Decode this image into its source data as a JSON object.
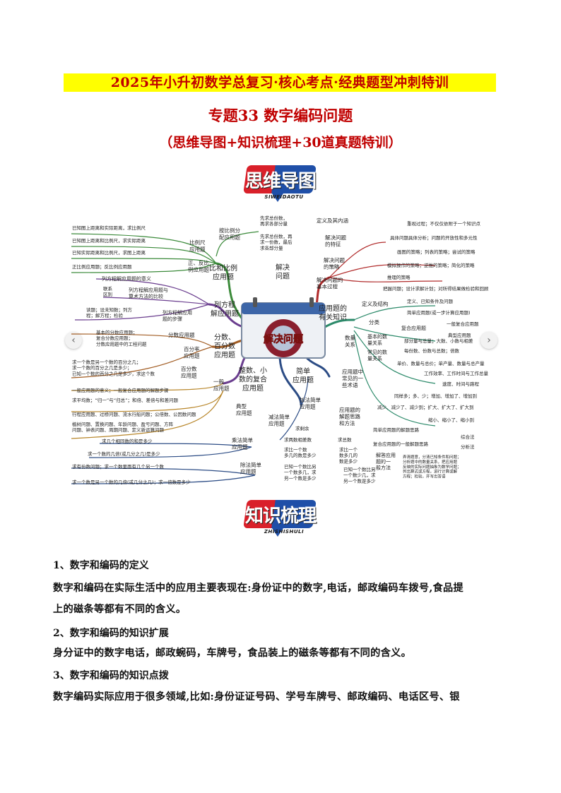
{
  "header": {
    "title_line1": "2025年小升初数学总复习·核心考点·经典题型冲刺特训",
    "title_line2": "专题33 数字编码问题",
    "title_line3": "（思维导图+知识梳理+30道真题特训）"
  },
  "badges": {
    "mindmap": {
      "text": "思维导图",
      "sub": "SIWEIDAOTU"
    },
    "knowledge": {
      "text": "知识梳理",
      "sub": "ZHISHISHULI"
    }
  },
  "carousel": {
    "prev_icon": "chevron-left-icon",
    "next_icon": "chevron-right-icon",
    "prev_glyph": "‹",
    "next_glyph": "›"
  },
  "mindmap": {
    "center": "解决问题",
    "main": {
      "bili": "比和比例\n应用题",
      "fangcheng": "列方程\n解应用题",
      "fenshu": "分数、\n百分数\n应用题",
      "zhengshu": "整数、小\n数的复合\n应用题",
      "jiandan": "简单\n应用题",
      "jiejue": "解决\n问题",
      "youguan": "应用题的\n有关知识"
    },
    "left": {
      "bili_items": [
        "已知图上距离和实际距离，求比例尺",
        "已知图上距离和比例尺，求实际距离",
        "已知实际距离和比例尺，求图上距离",
        "正比例应用题；反比例应用题"
      ],
      "bilichi": "比例尺\n应用题",
      "zhengfan": "正、反比\n例应用题",
      "anbili": "按比例分\n配应用题",
      "anbili_a": "先求总份数，\n再求各部分量",
      "anbili_b": "先求总份数，再\n求一份数，最后\n求各部分量",
      "fc_meaning": "列方程解应用题的意义",
      "fc_lianxi": "联系\n区别",
      "fc_compare": "列方程解应用题与\n算术方法的比较",
      "fc_steps_text": "读题；设未知数；列方\n程；解方程；检验",
      "fc_steps": "列方程解应用\n题的步骤",
      "fs_basic": "基本的分数应用题；\n复合分数应用题；\n分数应用题中的工程问题",
      "fs_title": "分数应用题",
      "bfl": "百分率\n应用题",
      "bfs_items": "求一个数是另一个数的百分之几；\n求一个数的百分之几是多少；\n已知一个数的百分之几是多少，求这个数",
      "bfs": "百分数\n应用题",
      "yiban": "一般\n应用题",
      "yiban_items": [
        "一般应用题的意义；一般复合应用题的解题步骤",
        "求平均数；“归一”与“归总”；和倍、差倍与和差问题",
        "行程应用题、过桥问题、流水行船问题；公倍数、公因数问题",
        "植树问题、置换问题、年龄问题、盈亏问题、方阵\n问题、钟表问题、周期问题、定义新运算问题"
      ],
      "dianxing": "典型\n应用题",
      "cf_items": [
        "求几个相同数的和是多少",
        "求一个数的几倍(或几分之几)是多少"
      ],
      "cf": "乘法简单\n应用题",
      "cfd_items": [
        "求有份数问题；求一个数里面有几个另一个数",
        "求一个数是另一个数的几倍(或几分之几)；求一倍数是多少"
      ],
      "cfd": "除法简单\n应用题"
    },
    "center_col": {
      "jiafa": "加法简单\n应用题",
      "jianfa": "减法简单\n应用题",
      "qiu_sheng": "求剩余",
      "qiu_cha": "求两数相差数",
      "qiu_bi": "求比一个数\n多几的数是多少",
      "qiu_zong": "求总数",
      "qiu_bi2": "求比一个\n数多几的\n数是多少",
      "yizhi": "已知一个数比另\n一个数多几，求\n另一个数是多少",
      "yizhi2": "已知一个数比另\n一个数少几，求\n另一个数是多少"
    },
    "right": {
      "dingyi": "定义及其内涵",
      "tezheng": "解决问题\n的特征",
      "tezheng_items": [
        "重视过程；不仅仅依附于一个知识点",
        "具体问题具体分析；问题的开放性和多元性"
      ],
      "celue": "解决问题\n的策略",
      "celue_items": [
        "画图的策略；列表的策略；尝试的策略",
        "模拟操作的策略；逆推的策略；简化的策略",
        "推理的策略"
      ],
      "guocheng": "解决问题的\n基本过程",
      "guocheng_item": "把握问题；设计求解计划；对所得结果做检验和回顾",
      "dyjg": "定义及结构",
      "dyjg_item": "定义、已知条件及问题",
      "fenlei": "分类",
      "fenlei_items": [
        "简单应用题(或一步计算应用题)",
        "一般复合应用题",
        "典型应用题"
      ],
      "fuhe": "复合应用题",
      "shuliang": "数量\n关系",
      "jiben": "基本的数\n量关系",
      "jiben_items": [
        "部分量与总量；大数、小数与相差",
        "每份数、份数与总数；倍数"
      ],
      "changjian": "常见的数\n量关系",
      "changjian_items": [
        "单价、数量与总价；单产量、数量与总产量",
        "工作效率、工作时间与工作总量",
        "速度、时间与路程"
      ],
      "shuyu": "应用题中\n常见的一\n些术语",
      "shuyu_items": [
        "同样多；多、少；增加、增加了、增加到",
        "减少、减少了、减少到；扩大、扩大了、扩大到",
        "缩小、缩小了、缩小到"
      ],
      "silu": "应用题的\n解题思路\n和方法",
      "silu_items": [
        "简单应用题的解题思路",
        "复合应用题的一般解题思路"
      ],
      "zonghe": "综合法",
      "fenxi": "分析法",
      "jieda": "解答应用\n题的一\n般方法",
      "jieda_text": "弄清题意，分清已知条件和问题；\n分析题中的数量关系，把应用题\n反映的实际问题抽象为数学问题；\n列出算式或方程，进行计算或解\n方程；检验，并写出答语"
    }
  },
  "knowledge": {
    "s1_title": "1、数字和编码的定义",
    "s1_line1": "数字和编码在实际生活中的应用主要表现在:身份证中的数字,电话，邮政编码车拨号,食品提",
    "s1_line2": "上的磁条等都有不同的含义。",
    "s2_title": "2、数字和编码的知识扩展",
    "s2_line1": "身分证中的数字电话，邮政蜿码，车牌号，食品装上的磁条等都有不同的含义。",
    "s3_title": "3、数字和编码的知识点拨",
    "s3_line1": "数字编码实际应用于很多领域,比如:身份证证号码、学号车牌号、邮政编码、电话区号、银"
  }
}
